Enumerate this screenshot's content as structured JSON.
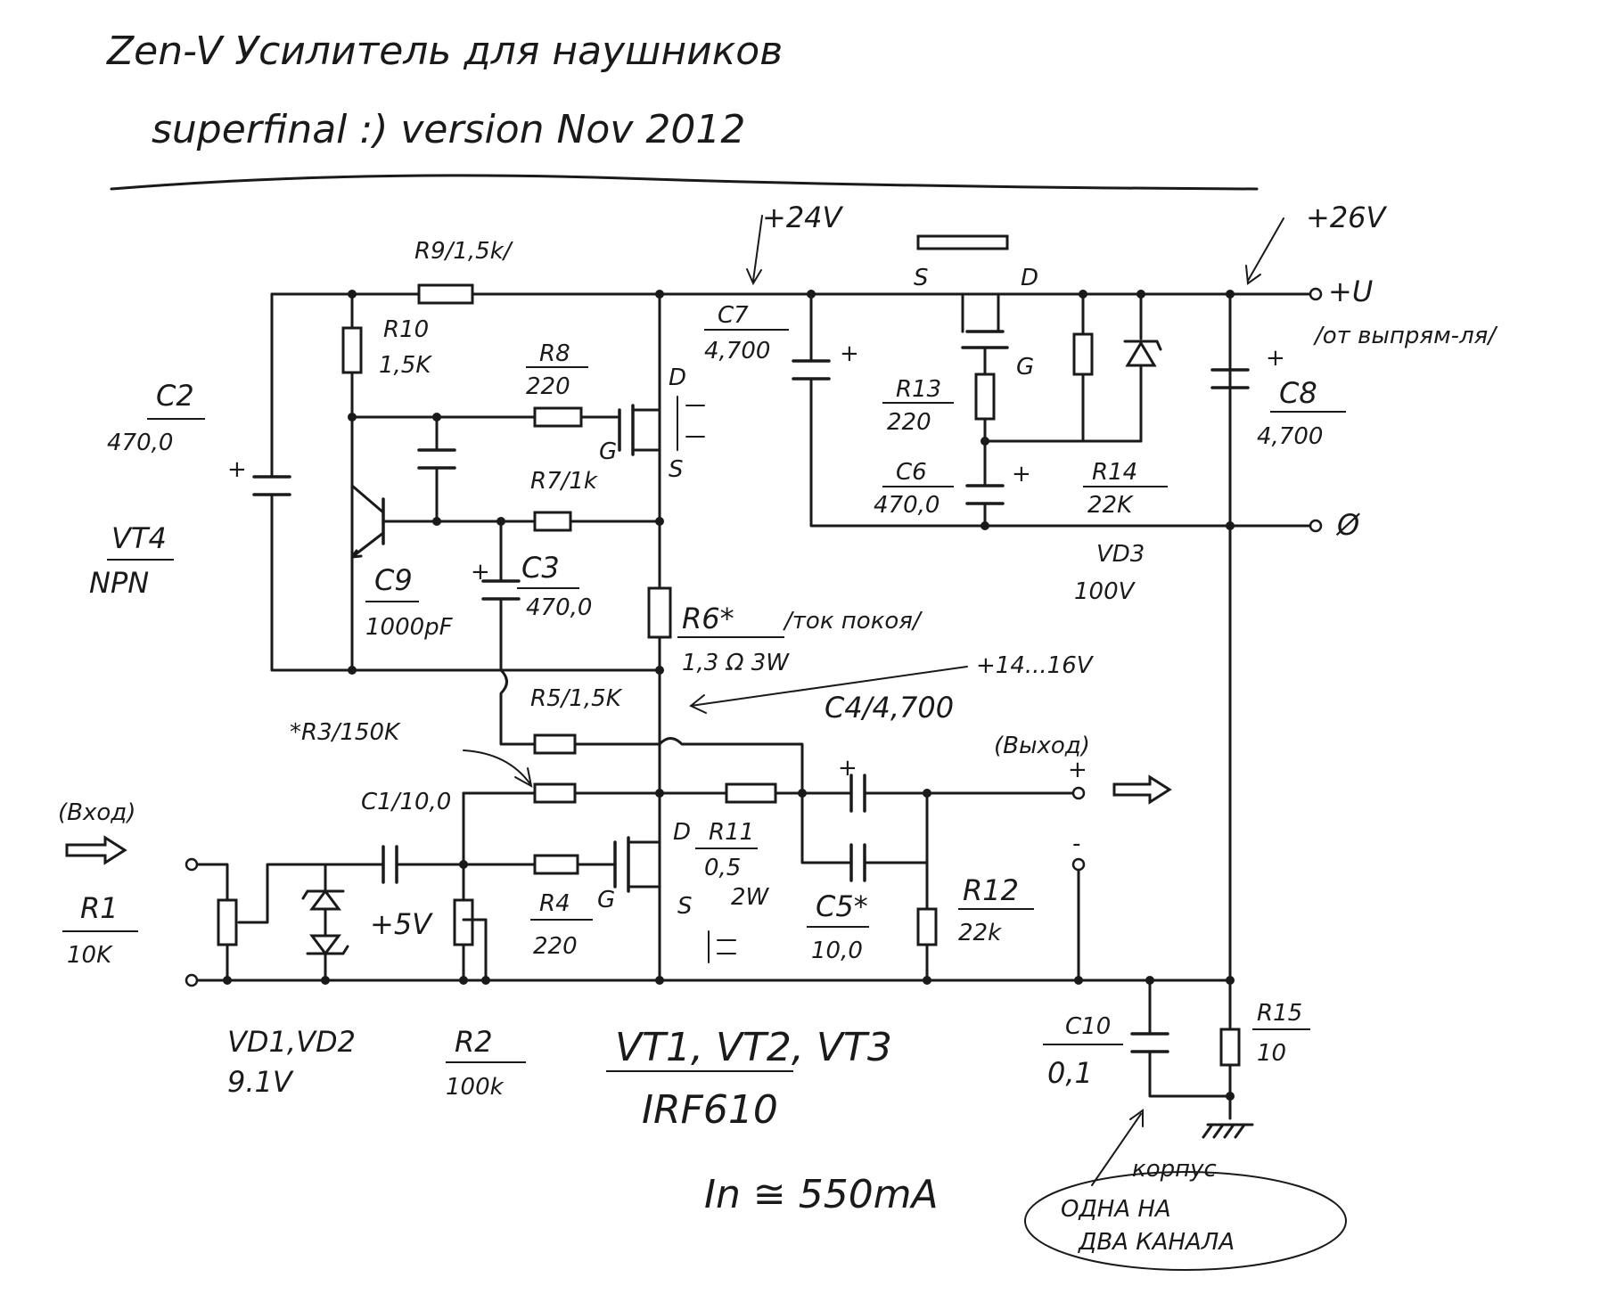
{
  "title": "Zen-V Усилитель для наушников",
  "subtitle": "superfinal :) version   Nov 2012",
  "rails": {
    "v24": "+24V",
    "v26": "+26V",
    "plus_u": "+U",
    "from_rectifier": "/от выпрям-ля/",
    "zero": "Ø"
  },
  "io": {
    "input": "(Вход)",
    "output": "(Выход)",
    "plus": "+",
    "minus": "-"
  },
  "components": {
    "r9": "R9/1,5k/",
    "r10": "R10",
    "r10_val": "1,5K",
    "r8": "R8",
    "r8_val": "220",
    "r7": "R7/1k",
    "r6": "R6*",
    "r6_note": "/ток покоя/",
    "r6_val": "1,3 Ω 3W",
    "r5": "R5/1,5K",
    "r3": "*R3/150K",
    "r11": "R11",
    "r11_val": "0,5",
    "r11_pwr": "2W",
    "r4": "R4",
    "r4_val": "220",
    "r2": "R2",
    "r2_val": "100k",
    "r1": "R1",
    "r1_val": "10K",
    "r12": "R12",
    "r12_val": "22k",
    "r13": "R13",
    "r13_val": "220",
    "r14": "R14",
    "r14_val": "22K",
    "r15": "R15",
    "r15_val": "10",
    "c1": "C1/10,0",
    "c2": "C2",
    "c2_val": "470,0",
    "c3": "C3",
    "c3_val": "470,0",
    "c4": "C4/4,700",
    "c5": "C5*",
    "c5_val": "10,0",
    "c6": "C6",
    "c6_val": "470,0",
    "c7": "C7",
    "c7_val": "4,700",
    "c8": "C8",
    "c8_val": "4,700",
    "c9": "C9",
    "c9_val": "1000pF",
    "c10": "C10",
    "c10_val": "0,1",
    "vt4": "VT4",
    "vt4_type": "NPN",
    "vd3": "VD3",
    "vd3_val": "100V",
    "vd12": "VD1,VD2",
    "vd12_val": "9.1V",
    "vt123": "VT1, VT2, VT3",
    "vt123_type": "IRF610"
  },
  "notes": {
    "plus5v": "+5V",
    "v14_16": "+14...16V",
    "current": "In ≅ 550mA",
    "case": "корпус",
    "one_for_two": "ОДНА НА",
    "two_channels": "ДВА КАНАЛА",
    "pin_d": "D",
    "pin_s": "S",
    "pin_g": "G"
  }
}
